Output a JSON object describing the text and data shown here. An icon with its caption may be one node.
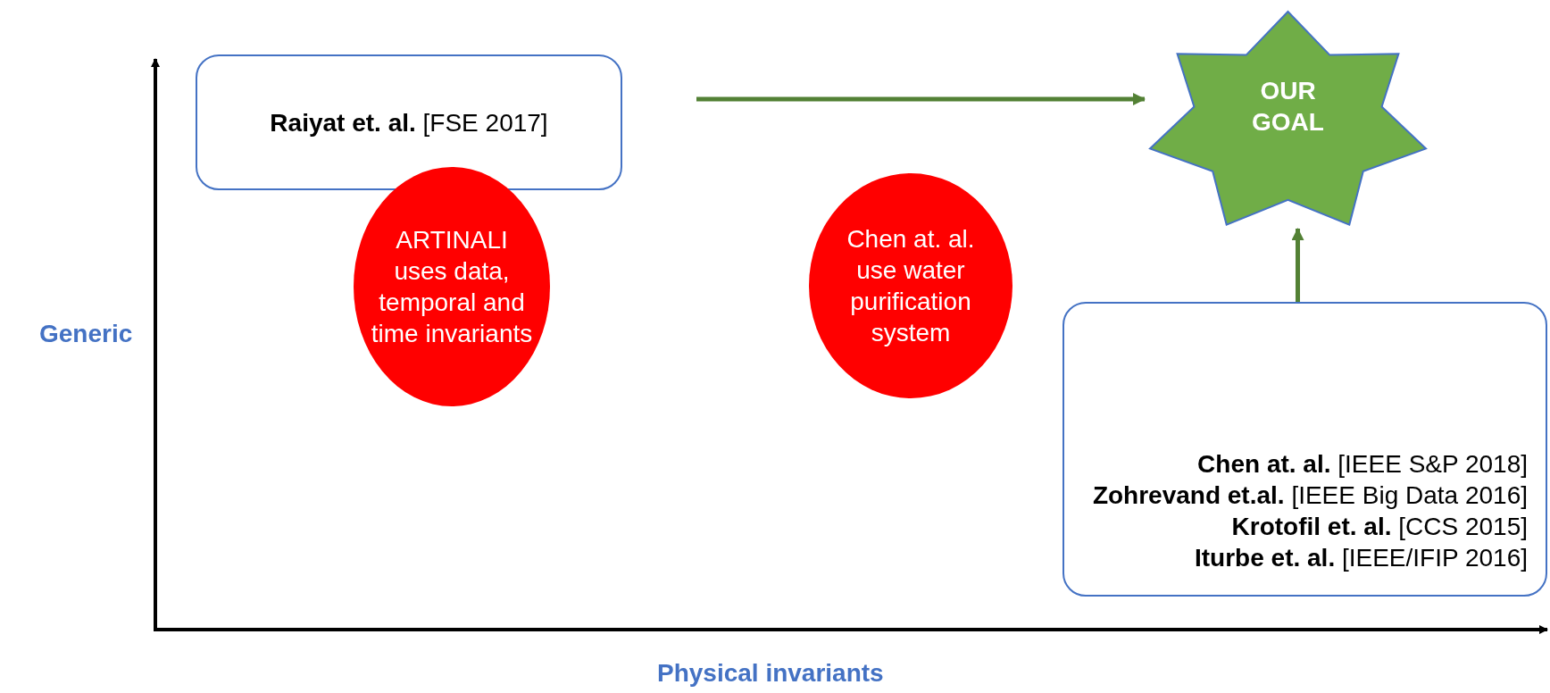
{
  "diagram": {
    "nodes": [
      {
        "text": [
          "**Raiyat et. al.** [FSE 2017]"
        ]
      },
      {
        "text": [
          "ARTINALI uses data, temporal and time invariants"
        ]
      },
      {
        "text": [
          "Chen at. al. use water purification system"
        ]
      },
      {
        "text": [
          "OUR GOAL"
        ]
      },
      {
        "text": [
          "**Chen at. al.** [IEEE S&P 2018]",
          "**Zohrevand et.al.** [IEEE Big Data 2016]",
          "**Krotofil et. al.** [CCS 2015]",
          "**Iturbe et. al.** [IEEE/IFIP 2016]"
        ]
      }
    ],
    "edges": [
      {
        "from": null,
        "to": 3,
        "arrow": "to",
        "color": "#538135"
      },
      {
        "from": 4,
        "to": 3,
        "arrow": "to",
        "color": "#538135"
      }
    ],
    "labels": [
      "Generic",
      "Physical invariants"
    ]
  }
}
